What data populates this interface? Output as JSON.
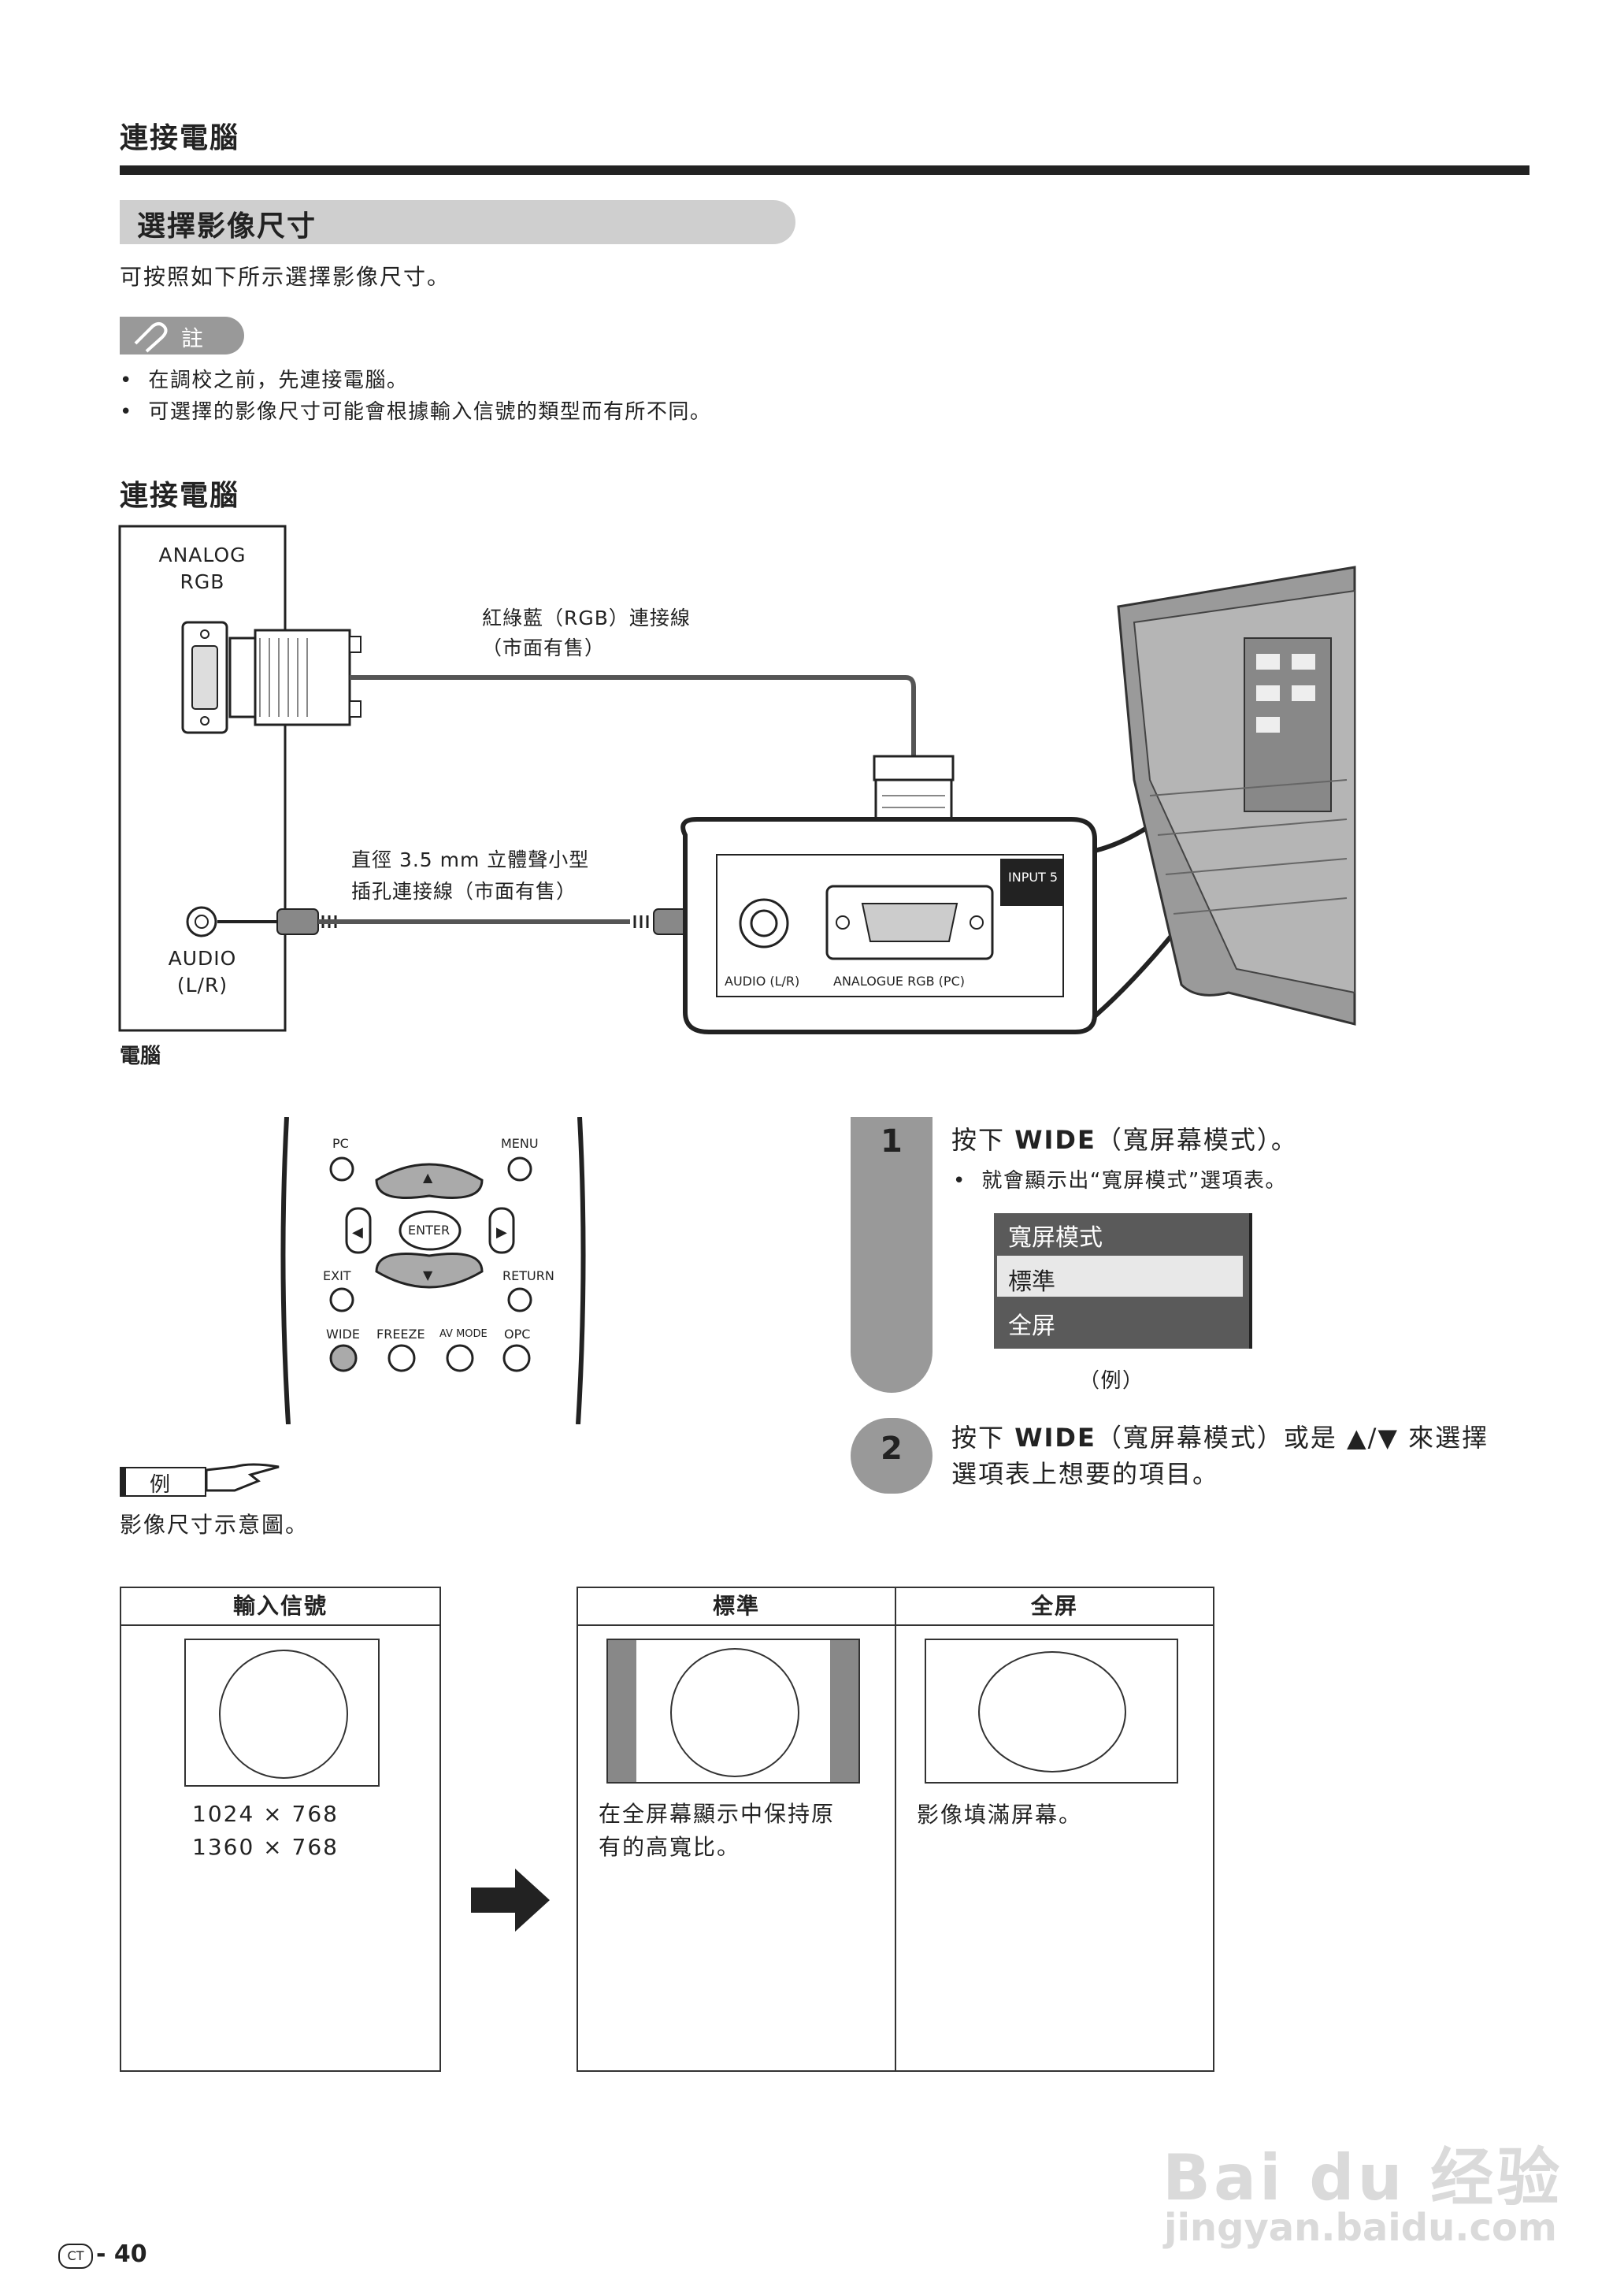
{
  "header": {
    "section_title": "連接電腦"
  },
  "section": {
    "title": "選擇影像尺寸",
    "intro": "可按照如下所示選擇影像尺寸。"
  },
  "note": {
    "badge": "註",
    "items": [
      "在調校之前，先連接電腦。",
      "可選擇的影像尺寸可能會根據輸入信號的類型而有所不同。"
    ]
  },
  "connect": {
    "title": "連接電腦",
    "pc_port_rgb": "ANALOG\nRGB",
    "pc_port_rgb_l1": "ANALOG",
    "pc_port_rgb_l2": "RGB",
    "pc_port_audio_l1": "AUDIO",
    "pc_port_audio_l2": "(L/R)",
    "rgb_cable_l1": "紅綠藍（RGB）連接線",
    "rgb_cable_l2": "（市面有售）",
    "audio_cable_l1": "直徑 3.5 mm 立體聲小型",
    "audio_cable_l2": "插孔連接線（市面有售）",
    "input_label": "INPUT 5",
    "tv_audio_label": "AUDIO (L/R)",
    "tv_rgb_label": "ANALOGUE RGB (PC)",
    "pc_caption": "電腦"
  },
  "remote": {
    "pc": "PC",
    "menu": "MENU",
    "enter": "ENTER",
    "exit": "EXIT",
    "return": "RETURN",
    "wide": "WIDE",
    "freeze": "FREEZE",
    "avmode": "AV MODE",
    "opc": "OPC"
  },
  "steps": [
    {
      "num": "1",
      "text_pre": "按下 ",
      "text_bold": "WIDE",
      "text_post": "（寬屏幕模式）。",
      "sub": "就會顯示出“寬屏模式”選項表。"
    },
    {
      "num": "2",
      "text_pre": "按下 ",
      "text_bold": "WIDE",
      "text_post": "（寬屏幕模式）或是 ▲/▼ 來選擇",
      "text_line2": "選項表上想要的項目。"
    }
  ],
  "wide_menu": {
    "title": "寬屏模式",
    "options": [
      "標準",
      "全屏"
    ],
    "selected": "標準",
    "caption": "（例）"
  },
  "example": {
    "badge": "例",
    "desc": "影像尺寸示意圖。"
  },
  "table_input": {
    "header": "輸入信號",
    "res1": "1024 × 768",
    "res2": "1360 × 768"
  },
  "table_modes": [
    {
      "header": "標準",
      "desc_l1": "在全屏幕顯示中保持原",
      "desc_l2": "有的高寬比。"
    },
    {
      "header": "全屏",
      "desc_l1": "影像填滿屏幕。",
      "desc_l2": ""
    }
  ],
  "footer": {
    "lang": "CT",
    "page": "40"
  },
  "watermark": {
    "brand": "Bai du 经验",
    "url": "jingyan.baidu.com"
  },
  "colors": {
    "rule": "#222222",
    "pill": "#cfcfcf",
    "step": "#999999",
    "menu_dark": "#5a5a5a",
    "menu_sel": "#e8e8e8"
  }
}
